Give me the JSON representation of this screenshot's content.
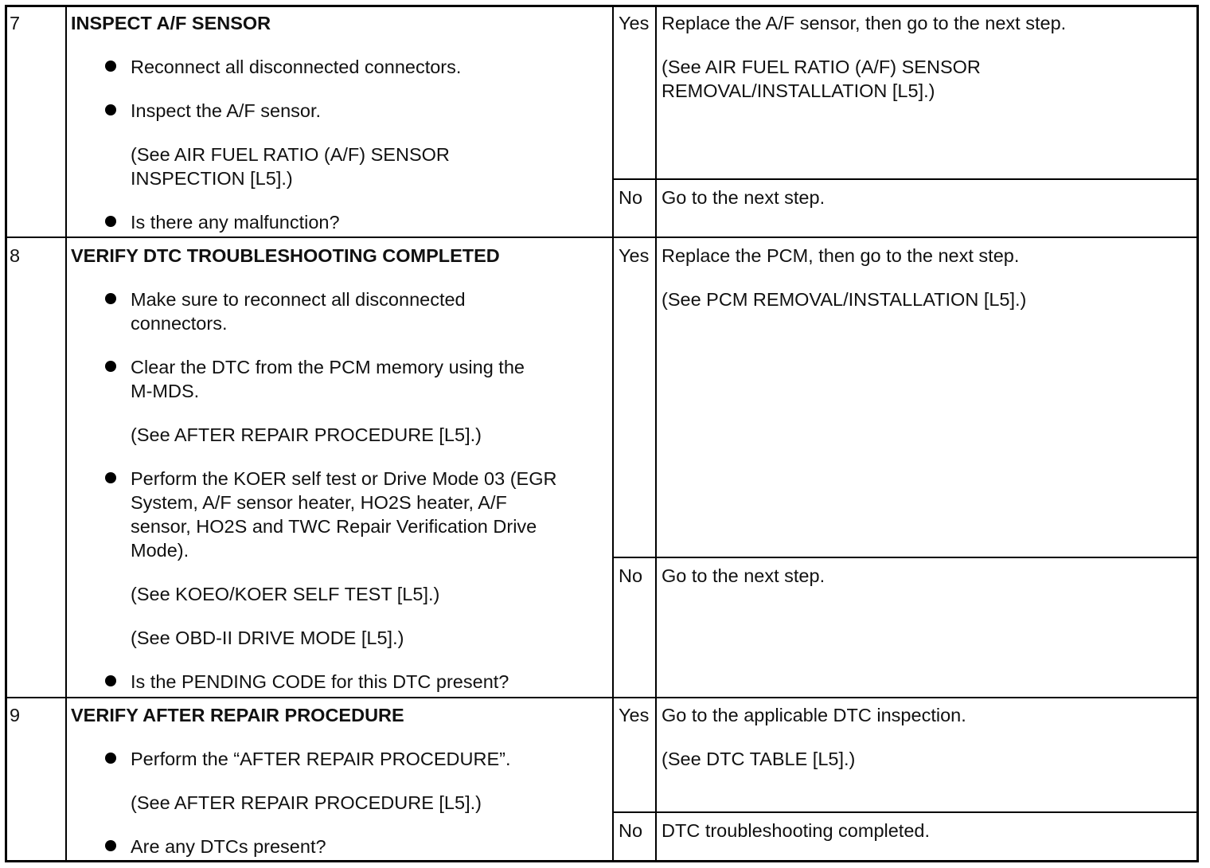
{
  "rows": [
    {
      "step": "7",
      "title": "INSPECT A/F SENSOR",
      "items": [
        {
          "bullet": true,
          "lines": [
            "Reconnect all disconnected connectors."
          ]
        },
        {
          "bullet": true,
          "lines": [
            "Inspect the A/F sensor."
          ]
        },
        {
          "bullet": false,
          "lines": [
            "(See AIR FUEL RATIO (A/F) SENSOR",
            "INSPECTION [L5].)"
          ]
        },
        {
          "bullet": true,
          "lines": [
            "Is there any malfunction?"
          ]
        }
      ],
      "yes_label": "Yes",
      "yes_action": [
        "Replace the A/F sensor, then go to the next step."
      ],
      "yes_ref": [
        "(See AIR FUEL RATIO (A/F) SENSOR",
        "REMOVAL/INSTALLATION [L5].)"
      ],
      "no_label": "No",
      "no_action": [
        "Go to the next step."
      ]
    },
    {
      "step": "8",
      "title": "VERIFY DTC TROUBLESHOOTING COMPLETED",
      "items": [
        {
          "bullet": true,
          "lines": [
            "Make sure to reconnect all disconnected",
            "connectors."
          ]
        },
        {
          "bullet": true,
          "lines": [
            "Clear the DTC from the PCM memory using the",
            "M-MDS."
          ]
        },
        {
          "bullet": false,
          "lines": [
            "(See AFTER REPAIR PROCEDURE [L5].)"
          ]
        },
        {
          "bullet": true,
          "lines": [
            "Perform the KOER self test or Drive Mode 03 (EGR",
            "System, A/F sensor heater, HO2S heater, A/F",
            "sensor, HO2S and TWC Repair Verification Drive",
            "Mode)."
          ]
        },
        {
          "bullet": false,
          "lines": [
            "(See KOEO/KOER SELF TEST [L5].)"
          ]
        },
        {
          "bullet": false,
          "lines": [
            "(See OBD-II DRIVE MODE [L5].)"
          ]
        },
        {
          "bullet": true,
          "lines": [
            "Is the PENDING CODE for this DTC present?"
          ]
        }
      ],
      "yes_label": "Yes",
      "yes_action": [
        "Replace the PCM, then go to the next step."
      ],
      "yes_ref": [
        "(See PCM REMOVAL/INSTALLATION [L5].)"
      ],
      "no_label": "No",
      "no_action": [
        "Go to the next step."
      ]
    },
    {
      "step": "9",
      "title": "VERIFY AFTER REPAIR PROCEDURE",
      "items": [
        {
          "bullet": true,
          "lines": [
            "Perform the “AFTER REPAIR PROCEDURE”."
          ]
        },
        {
          "bullet": false,
          "lines": [
            "(See AFTER REPAIR PROCEDURE [L5].)"
          ]
        },
        {
          "bullet": true,
          "lines": [
            "Are any DTCs present?"
          ]
        }
      ],
      "yes_label": "Yes",
      "yes_action": [
        "Go to the applicable DTC inspection."
      ],
      "yes_ref": [
        "(See DTC TABLE [L5].)"
      ],
      "no_label": "No",
      "no_action": [
        "DTC troubleshooting completed."
      ]
    }
  ]
}
